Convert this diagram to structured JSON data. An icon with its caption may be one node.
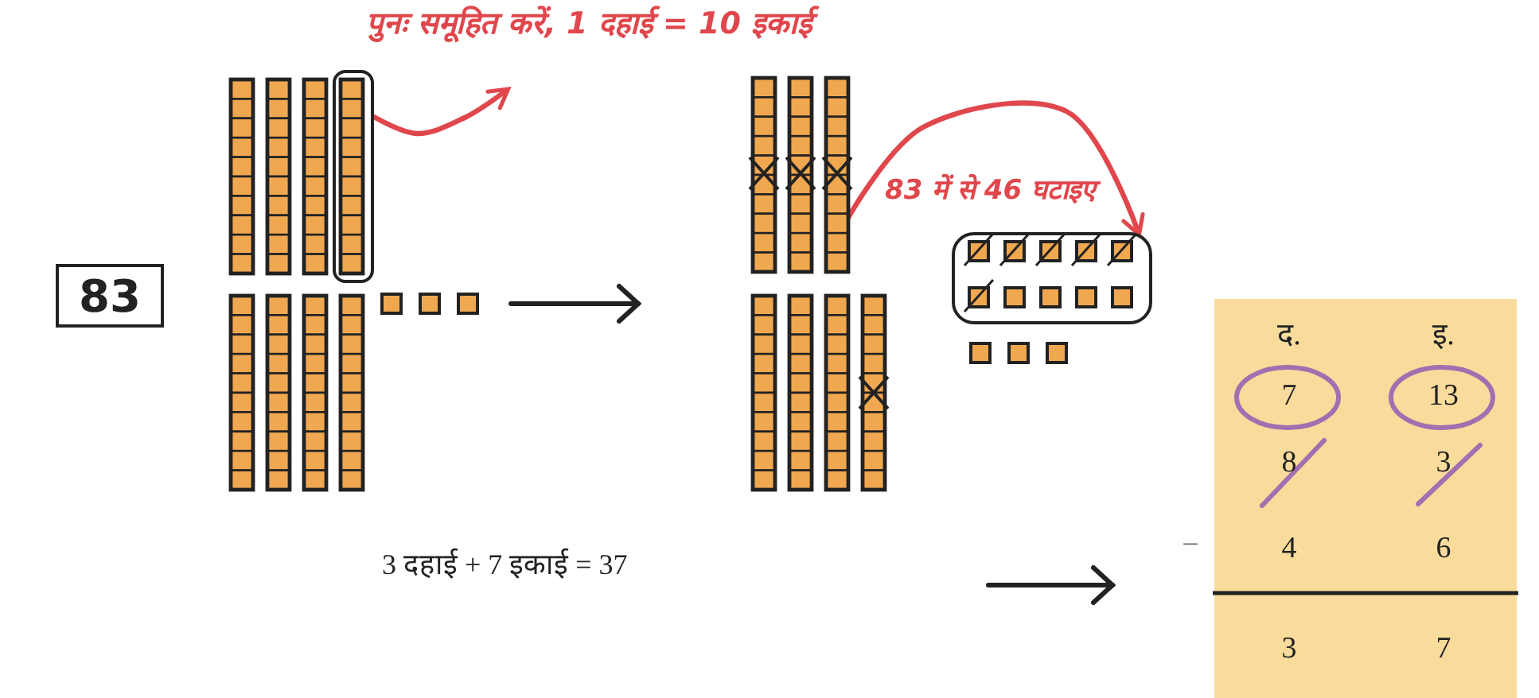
{
  "diagram": {
    "nodes": [
      {
        "text": [
          "83"
        ]
      },
      {
        "text": [],
        "shape": "box"
      },
      {
        "text": [],
        "shape": "bar"
      },
      {
        "text": [],
        "shape": "bar"
      },
      {
        "text": [],
        "shape": "bar"
      },
      {
        "text": [],
        "shape": "bar",
        "in": 1
      },
      {
        "text": [],
        "shape": "bar"
      },
      {
        "text": [],
        "shape": "bar"
      },
      {
        "text": [],
        "shape": "bar"
      },
      {
        "text": [],
        "shape": "bar"
      },
      {
        "text": [],
        "shape": "bar"
      },
      {
        "text": [],
        "shape": "bar"
      },
      {
        "text": [],
        "shape": "bar"
      },
      {
        "text": [],
        "shape": "bar"
      },
      {
        "text": [],
        "shape": "bar"
      },
      {
        "text": [],
        "shape": "bar"
      },
      {
        "text": [],
        "shape": "bar"
      },
      {
        "text": [],
        "shape": "box"
      }
    ],
    "edges": [
      {
        "from": 1,
        "to": null,
        "arrow": "to",
        "label": "पुनः समूहित करें, 1 दहाई = 10 इकाई"
      },
      {
        "from": 12,
        "to": 17,
        "arrow": "to",
        "label": "83 में से 46 घटाइए"
      }
    ],
    "labels": [
      "3 दहाई + 7 इकाई = 37",
      "द.",
      "इ.",
      "7",
      "13",
      "8",
      "3",
      "−",
      "4",
      "6",
      "3",
      "7"
    ]
  }
}
